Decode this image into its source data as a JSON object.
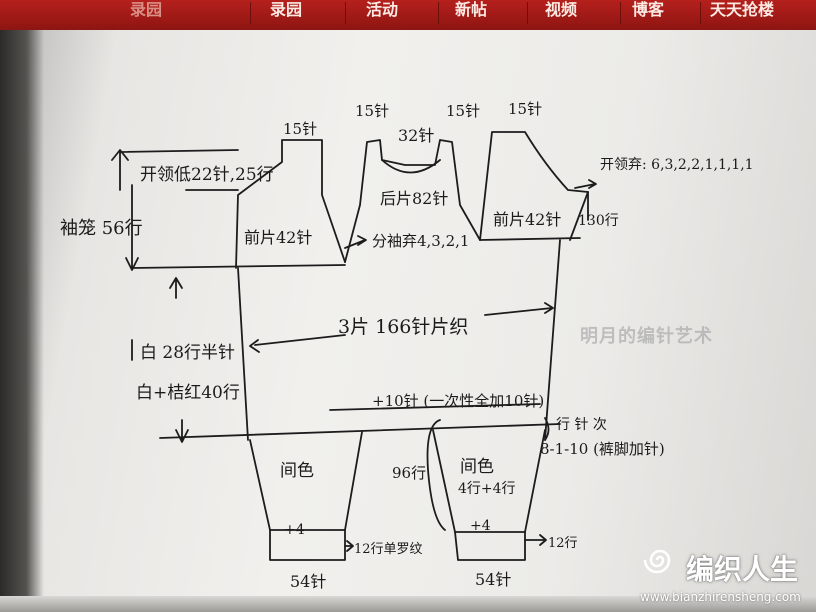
{
  "nav": {
    "items": [
      "视频",
      "博客",
      "天天抢楼"
    ],
    "partial_items": [
      "录园",
      "活动",
      "新帖"
    ]
  },
  "annotations": {
    "neck_left": "开领低22针,25行",
    "sleeve_height": "袖笼 56行",
    "front_left": "前片42针",
    "sleeve_decrease": "分袖弃4,3,2,1",
    "back": "后片82针",
    "neck_top": "32针",
    "front_right": "前片42针",
    "neck_decrease": "开领弃: 6,3,2,2,1,1,1,1",
    "right_rows": "130行",
    "shoulder_1": "15针",
    "shoulder_2": "15针",
    "shoulder_3": "15针",
    "shoulder_4": "15针",
    "body_total": "3片 166针片织",
    "white_rows": "白 28行半针",
    "white_orange": "白+桔红40行",
    "increase": "+10针 (一次性全加10针)",
    "rows_note": "行 针 次",
    "decrease_note": "8-1-10 (裤脚加针)",
    "leg_left_color": "间色",
    "leg_right_color": "间色",
    "leg_right_rows": "4行+4行",
    "leg_96": "96行",
    "rib_left": "+4",
    "rib_right": "+4",
    "cuff_left": "12行单罗纹",
    "cuff_right": "12行",
    "bottom_left": "54针",
    "bottom_right": "54针"
  },
  "watermark": "明月的编针艺术",
  "logo": {
    "name": "编织人生",
    "url": "www.bianzhirensheng.com"
  }
}
